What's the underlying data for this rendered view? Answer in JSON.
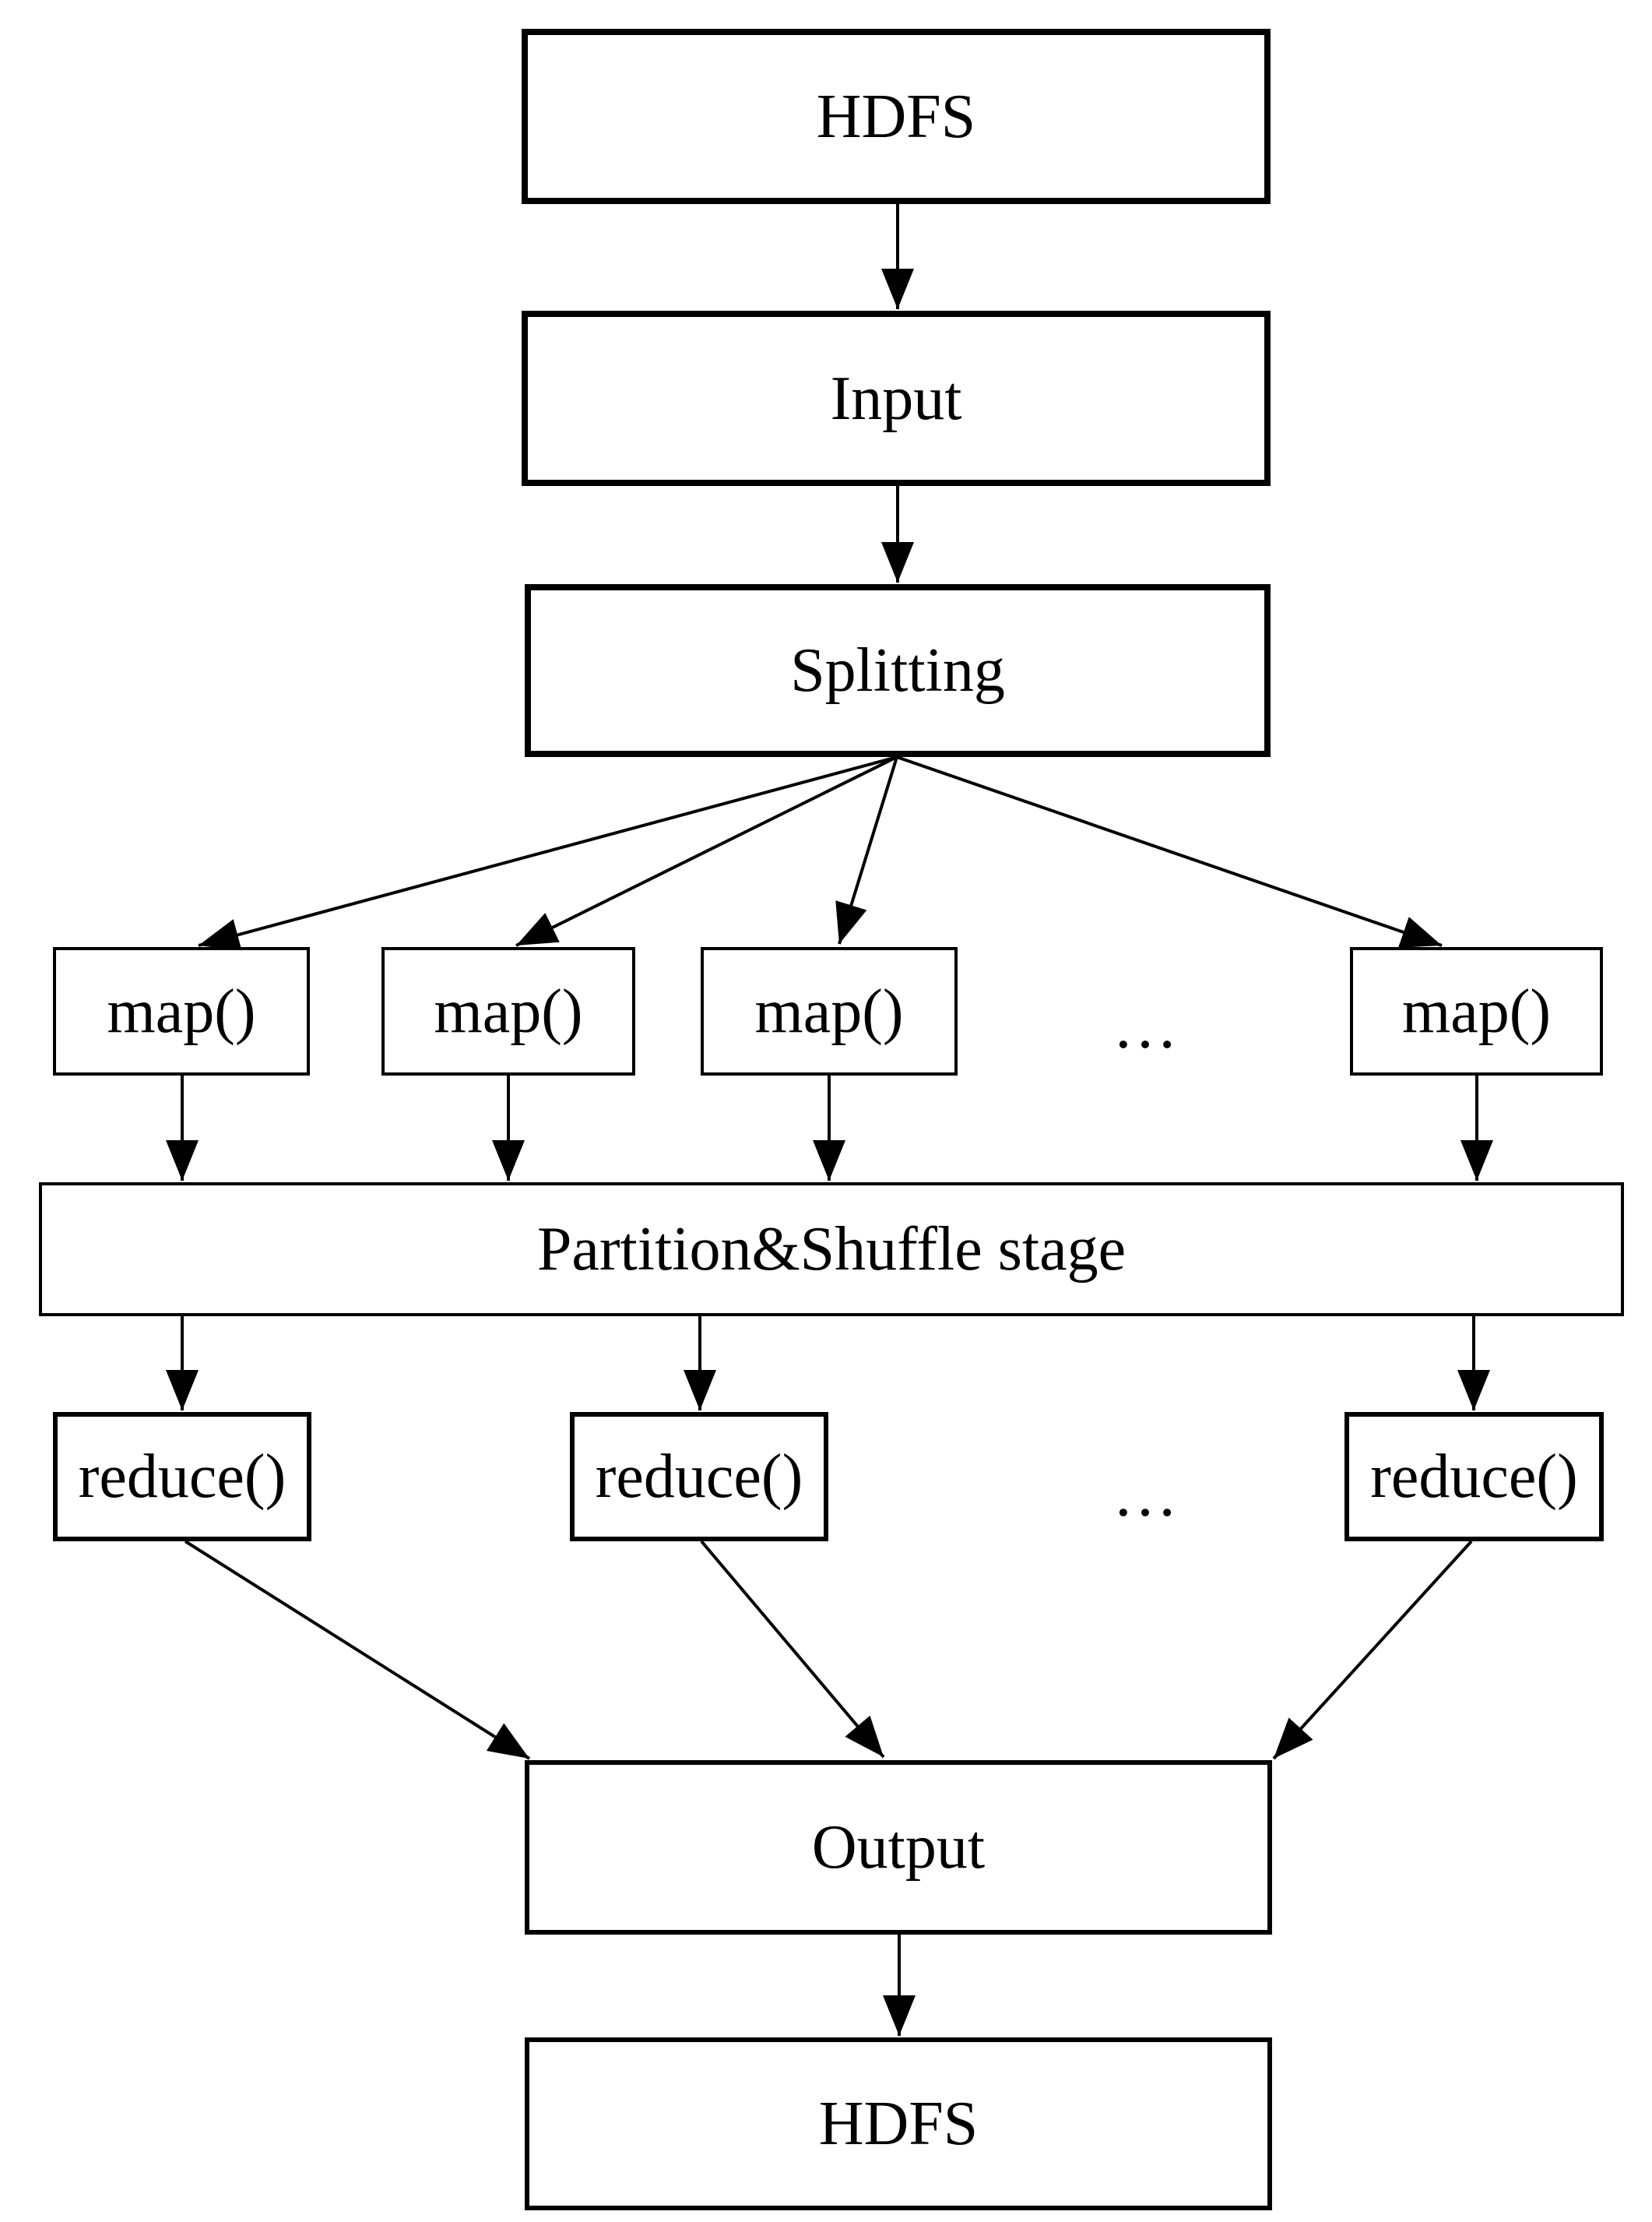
{
  "diagram": {
    "background": "#ffffff",
    "line_color": "#000000",
    "box_fill": "#ffffff",
    "nodes": {
      "hdfs_top": {
        "label": "HDFS"
      },
      "input": {
        "label": "Input"
      },
      "splitting": {
        "label": "Splitting"
      },
      "map_1": {
        "label": "map()"
      },
      "map_2": {
        "label": "map()"
      },
      "map_3": {
        "label": "map()"
      },
      "map_ellipsis": {
        "label": "…"
      },
      "map_4": {
        "label": "map()"
      },
      "partition_shuffle": {
        "label": "Partition&Shuffle stage"
      },
      "reduce_1": {
        "label": "reduce()"
      },
      "reduce_2": {
        "label": "reduce()"
      },
      "reduce_ellipsis": {
        "label": "…"
      },
      "reduce_3": {
        "label": "reduce()"
      },
      "output": {
        "label": "Output"
      },
      "hdfs_bottom": {
        "label": "HDFS"
      }
    }
  }
}
